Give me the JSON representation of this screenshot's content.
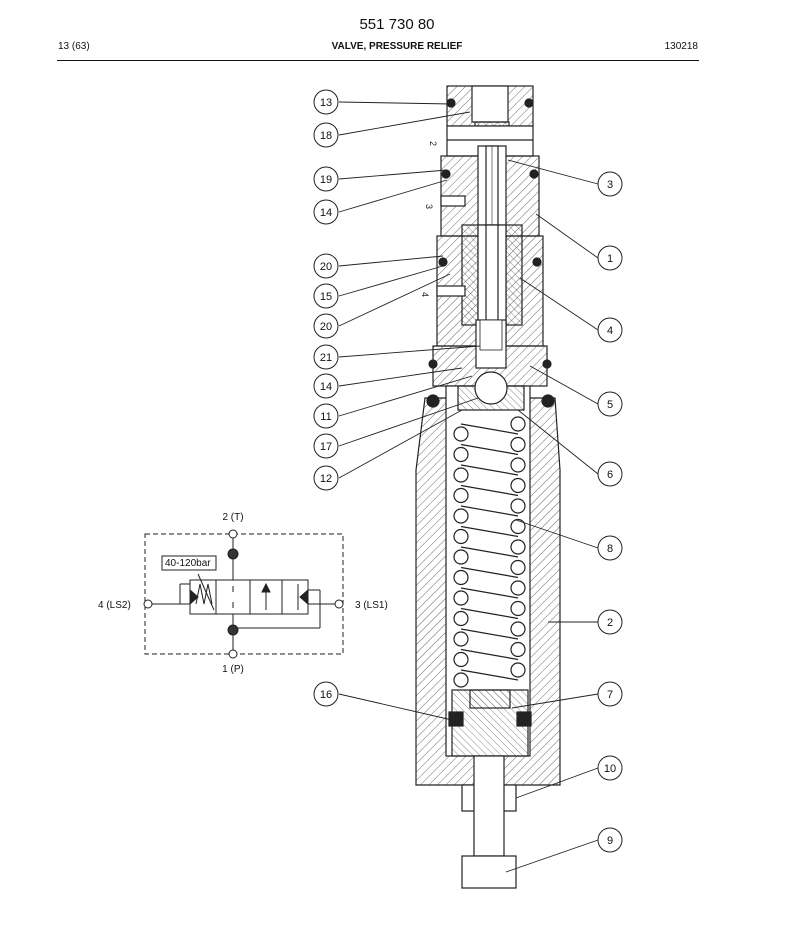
{
  "header": {
    "document_number": "551 730 80",
    "page_info": "13 (63)",
    "title": "VALVE, PRESSURE RELIEF",
    "code": "130218"
  },
  "callouts": [
    "13",
    "18",
    "19",
    "14",
    "20",
    "15",
    "20",
    "21",
    "14",
    "11",
    "17",
    "12",
    "3",
    "1",
    "4",
    "5",
    "6",
    "8",
    "2",
    "7",
    "16",
    "10",
    "9"
  ],
  "port_marks": [
    "2",
    "3",
    "4"
  ],
  "schematic": {
    "port_top": "2 (T)",
    "port_left": "4 (LS2)",
    "port_right": "3 (LS1)",
    "port_bottom": "1 (P)",
    "pressure_setting": "40-120bar"
  }
}
